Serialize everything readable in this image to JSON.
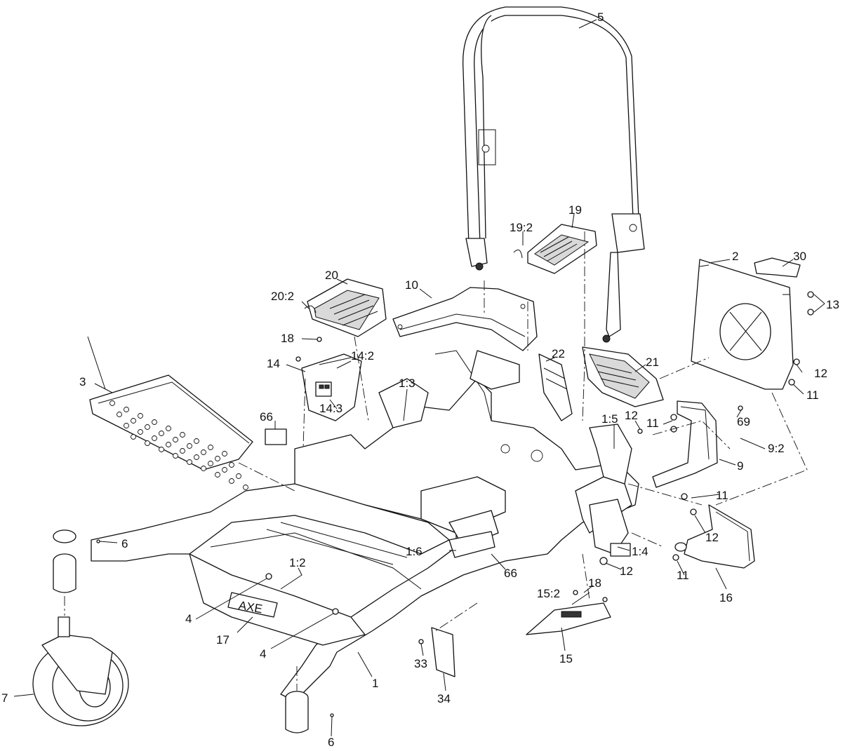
{
  "callouts": {
    "c5": "5",
    "c19": "19",
    "c19_2": "19:2",
    "c2": "2",
    "c30": "30",
    "c13": "13",
    "c20": "20",
    "c20_2": "20:2",
    "c10": "10",
    "c18a": "18",
    "c14": "14",
    "c14_2": "14:2",
    "c14_3": "14:3",
    "c22": "22",
    "c21": "21",
    "c12a": "12",
    "c11a": "11",
    "c3": "3",
    "c1_3": "1:3",
    "c66a": "66",
    "c1_5": "1:5",
    "c12b": "12",
    "c11b": "11",
    "c69": "69",
    "c9_2": "9:2",
    "c9": "9",
    "c11c": "11",
    "c12c": "12",
    "c6a": "6",
    "c1_6": "1:6",
    "c1_4": "1:4",
    "c12d": "12",
    "c11d": "11",
    "c16": "16",
    "c66b": "66",
    "c1_2": "1:2",
    "c18b": "18",
    "c15_2": "15:2",
    "c4a": "4",
    "c17": "17",
    "c4b": "4",
    "c15": "15",
    "c33": "33",
    "c34": "34",
    "c1": "1",
    "c7": "7",
    "c6b": "6"
  },
  "decals": {
    "brand_text": "AXE"
  }
}
